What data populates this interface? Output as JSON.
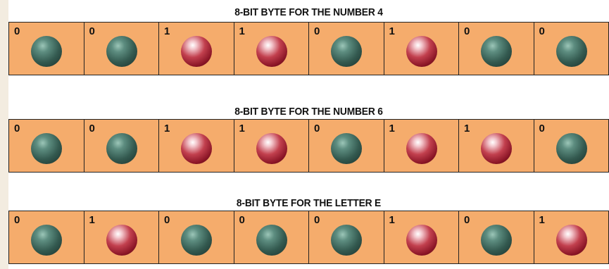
{
  "rows": [
    {
      "title": "8-BIT BYTE FOR THE NUMBER 4",
      "bits": [
        "0",
        "0",
        "1",
        "1",
        "0",
        "1",
        "0",
        "0"
      ]
    },
    {
      "title": "8-BIT BYTE FOR THE NUMBER 6",
      "bits": [
        "0",
        "0",
        "1",
        "1",
        "0",
        "1",
        "1",
        "0"
      ]
    },
    {
      "title": "8-BIT BYTE FOR THE LETTER E",
      "bits": [
        "0",
        "1",
        "0",
        "0",
        "0",
        "1",
        "0",
        "1"
      ]
    }
  ],
  "colors": {
    "cell_fill": "#f5ac6c",
    "ball_on": "#a3283a",
    "ball_off": "#3f6b60"
  }
}
